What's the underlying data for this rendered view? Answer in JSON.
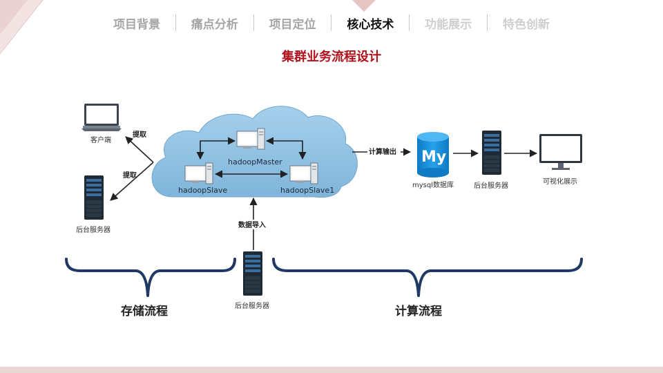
{
  "nav": {
    "items": [
      {
        "label": "项目背景",
        "state": "normal"
      },
      {
        "label": "痛点分析",
        "state": "normal"
      },
      {
        "label": "项目定位",
        "state": "normal"
      },
      {
        "label": "核心技术",
        "state": "active"
      },
      {
        "label": "功能展示",
        "state": "faded"
      },
      {
        "label": "特色创新",
        "state": "faded"
      }
    ]
  },
  "page_title": "集群业务流程设计",
  "diagram": {
    "client_label": "客户端",
    "extract_label_1": "提取",
    "extract_label_2": "提取",
    "left_server_label": "后台服务器",
    "cluster": {
      "master_label": "hadoopMaster",
      "slave_label": "hadoopSlave",
      "slave1_label": "hadoopSlave1"
    },
    "compute_output_label": "计算输出",
    "mysql_logo_text": "My",
    "mysql_label": "mysql数据库",
    "right_server_label": "后台服务器",
    "monitor_label": "可视化展示",
    "data_import_label": "数据导入",
    "bottom_server_label": "后台服务器",
    "storage_flow_label": "存储流程",
    "compute_flow_label": "计算流程"
  },
  "colors": {
    "accent_red": "#b0101b",
    "cloud_blue": "#8cbfe0",
    "brace_navy": "#1f3864",
    "mysql_blue": "#1a8fdc",
    "server_dark": "#1e2a36"
  }
}
